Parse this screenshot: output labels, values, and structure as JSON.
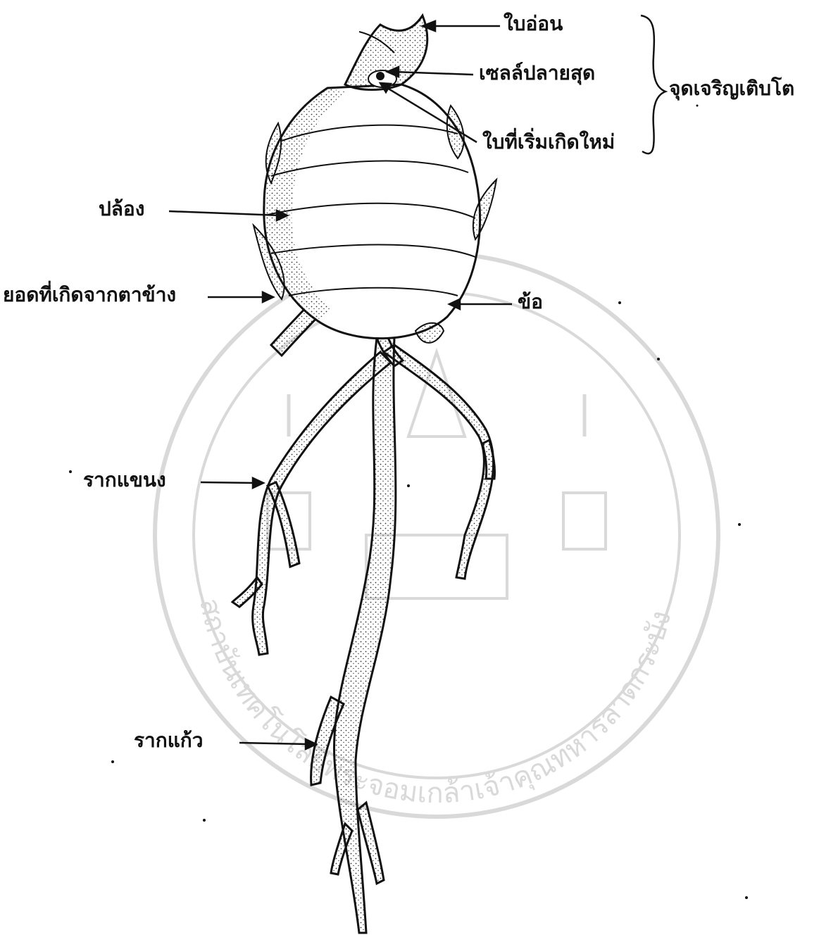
{
  "labels": {
    "young_leaf": "ใบอ่อน",
    "apical_cells": "เซลล์ปลายสุด",
    "new_leaf": "ใบที่เริ่มเกิดใหม่",
    "growing_point": "จุดเจริญเติบโต",
    "internode": "ปล้อง",
    "lateral_shoot": "ยอดที่เกิดจากตาข้าง",
    "node": "ข้อ",
    "branch_root": "รากแขนง",
    "tap_root": "รากแก้ว"
  },
  "watermark": {
    "text": "สถาบันเทคโนโลยีพระจอมเกล้าเจ้าคุณทหารลาดกระบัง",
    "color": "#d9d9d9"
  },
  "colors": {
    "ink": "#111111",
    "stipple": "#333333"
  }
}
